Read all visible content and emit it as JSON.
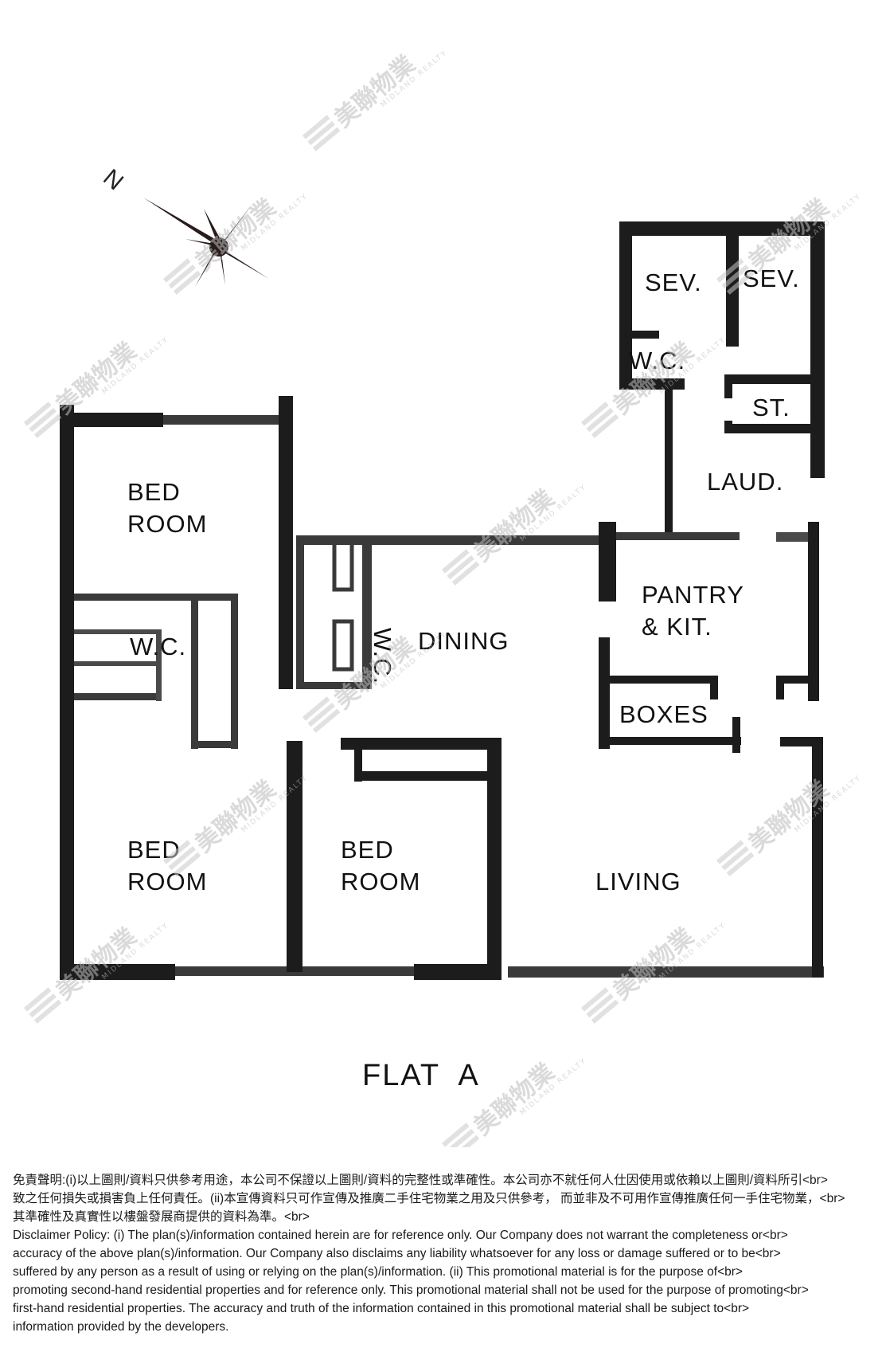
{
  "plan": {
    "title": "FLAT  A",
    "compass_letter": "N",
    "rooms": {
      "sev1": "SEV.",
      "sev2": "SEV.",
      "wc_service": "W.C.",
      "store": "ST.",
      "laundry": "LAUD.",
      "bedroom1_line1": "BED",
      "bedroom1_line2": "ROOM",
      "wc_bedroom": "W.C.",
      "wc_vertical": "W.C.",
      "dining": "DINING",
      "pantry_line1": "PANTRY",
      "pantry_line2": "& KIT.",
      "boxes": "BOXES",
      "bedroom2_line1": "BED",
      "bedroom2_line2": "ROOM",
      "bedroom3_line1": "BED",
      "bedroom3_line2": "ROOM",
      "living": "LIVING"
    }
  },
  "watermark": {
    "brand_cn": "美聯物業",
    "brand_en": "MIDLAND REALTY"
  },
  "disclaimer": {
    "lines": [
      "免責聲明:(i)以上圖則/資料只供參考用途，本公司不保證以上圖則/資料的完整性或準確性。本公司亦不就任何人仕因使用或依賴以上圖則/資料所引<br>",
      "致之任何損失或損害負上任何責任。(ii)本宣傳資料只可作宣傳及推廣二手住宅物業之用及只供參考， 而並非及不可用作宣傳推廣任何一手住宅物業，<br>",
      "其準確性及真實性以樓盤發展商提供的資料為準。<br>",
      "Disclaimer Policy: (i) The plan(s)/information contained herein are for reference only. Our Company does not warrant the completeness or<br>",
      "accuracy of the above plan(s)/information. Our Company also disclaims any liability whatsoever for any loss or damage suffered or to be<br>",
      "suffered by any person as a result of using or relying on the plan(s)/information. (ii) This promotional material is for the purpose of<br>",
      "promoting second-hand residential properties and for reference only. This promotional material shall not be used for the purpose of promoting<br>",
      "first-hand residential properties. The accuracy and truth of the information contained in this promotional material shall be subject to<br>",
      "information provided by the developers."
    ]
  }
}
